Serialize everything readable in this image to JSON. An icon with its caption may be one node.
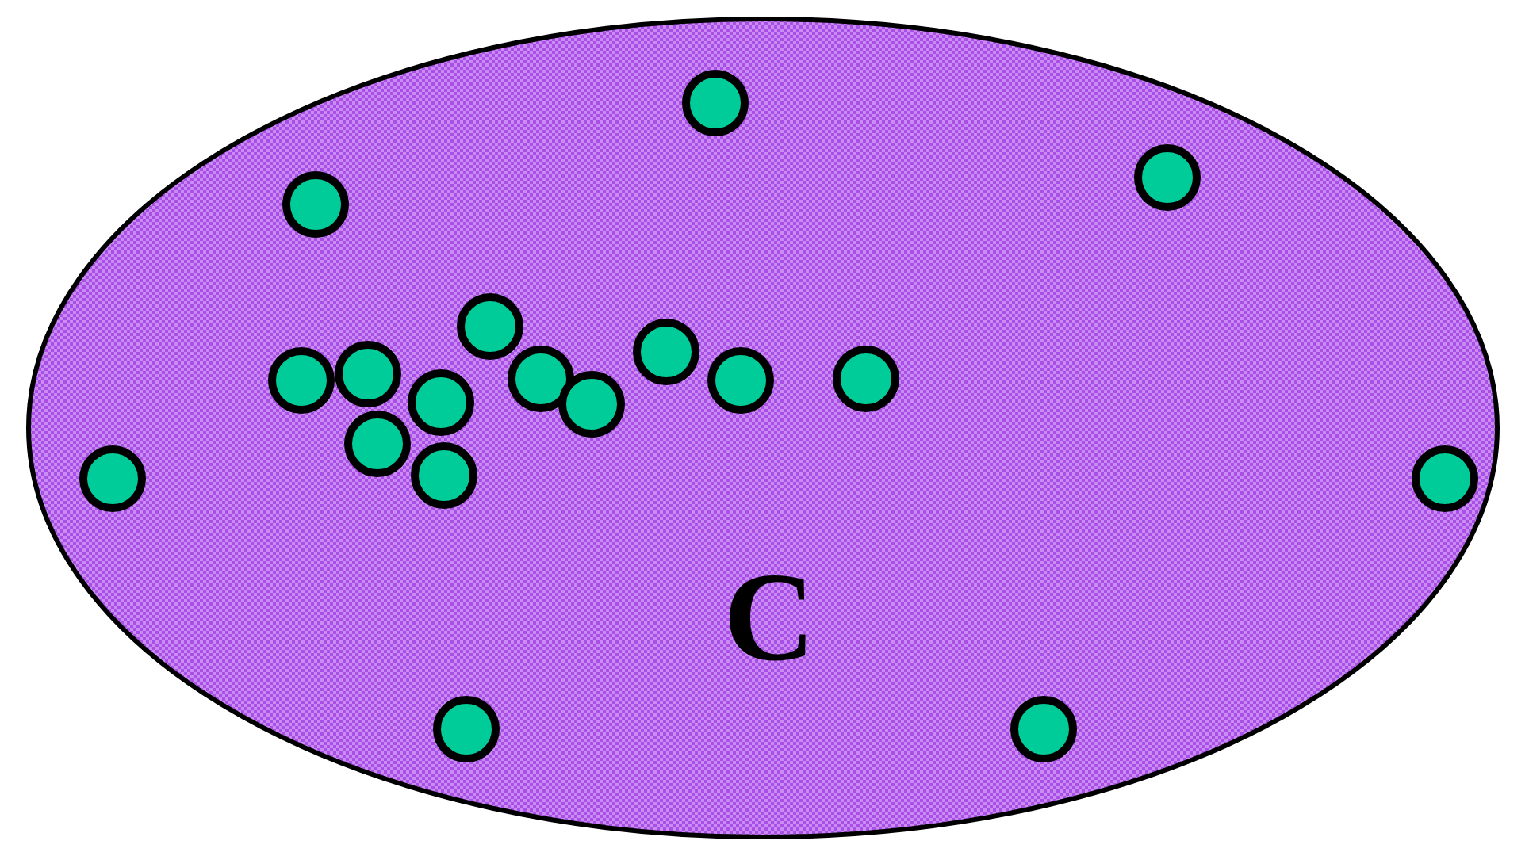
{
  "diagram": {
    "nodes": [
      {
        "text": [
          "C"
        ]
      },
      {
        "text": [],
        "shape": "circle",
        "in": 0
      },
      {
        "text": [],
        "shape": "circle",
        "in": 0
      },
      {
        "text": [],
        "shape": "circle",
        "in": 0
      },
      {
        "text": [],
        "shape": "circle",
        "in": 0
      },
      {
        "text": [],
        "shape": "circle",
        "in": 0
      },
      {
        "text": [],
        "shape": "circle",
        "in": 0
      },
      {
        "text": [],
        "shape": "circle",
        "in": 0
      },
      {
        "text": [],
        "shape": "circle",
        "in": 0
      },
      {
        "text": [],
        "shape": "circle",
        "in": 0
      },
      {
        "text": [],
        "shape": "circle",
        "in": 0
      },
      {
        "text": [],
        "shape": "circle",
        "in": 0
      },
      {
        "text": [],
        "shape": "circle",
        "in": 0
      },
      {
        "text": [],
        "shape": "circle",
        "in": 0
      },
      {
        "text": [],
        "shape": "circle",
        "in": 0
      },
      {
        "text": [],
        "shape": "circle",
        "in": 0
      },
      {
        "text": [],
        "shape": "circle",
        "in": 0
      },
      {
        "text": [],
        "shape": "circle",
        "in": 0
      },
      {
        "text": [],
        "shape": "circle",
        "in": 0
      }
    ]
  }
}
